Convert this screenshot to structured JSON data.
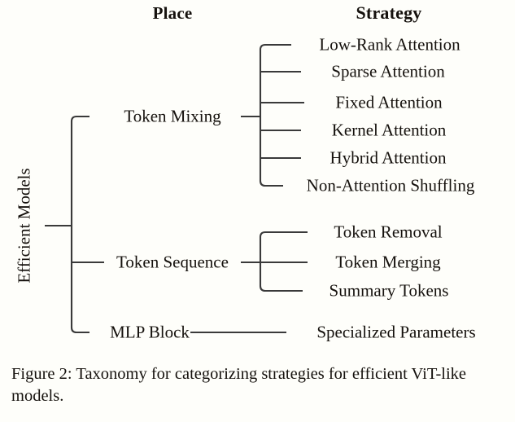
{
  "figure": {
    "headers": {
      "place": "Place",
      "strategy": "Strategy"
    },
    "root": {
      "label": "Efficient Models"
    },
    "branches": [
      {
        "label": "Token Mixing",
        "leaves": [
          "Low-Rank Attention",
          "Sparse Attention",
          "Fixed Attention",
          "Kernel Attention",
          "Hybrid Attention",
          "Non-Attention Shuffling"
        ]
      },
      {
        "label": "Token Sequence",
        "leaves": [
          "Token Removal",
          "Token Merging",
          "Summary Tokens"
        ]
      },
      {
        "label": "MLP Block",
        "leaves": [
          "Specialized Parameters"
        ]
      }
    ],
    "caption": "Figure 2: Taxonomy for categorizing strategies for efficient ViT-like models.",
    "colors": {
      "background": "#fefefa",
      "text": "#15110d",
      "line": "#3a3a3a"
    }
  }
}
